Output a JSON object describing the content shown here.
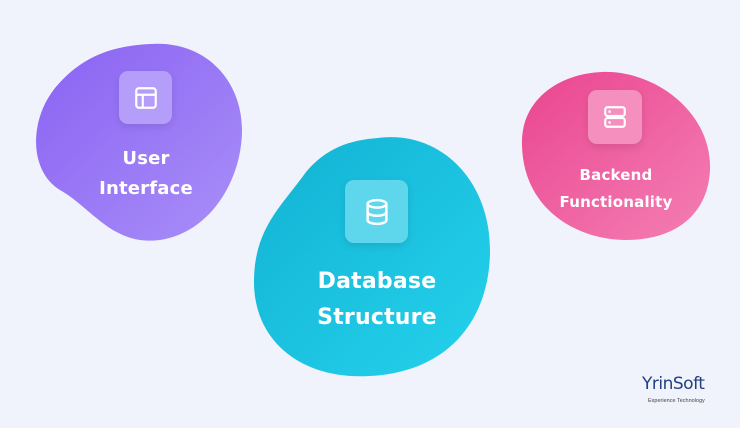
{
  "nodes": [
    {
      "id": "user-interface",
      "lines": [
        "User",
        "Interface"
      ],
      "icon": "layout-icon",
      "color_start": "#8b64f4",
      "color_end": "#a88cf8"
    },
    {
      "id": "database-structure",
      "lines": [
        "Database",
        "Structure"
      ],
      "icon": "database-icon",
      "color_start": "#16b8d8",
      "color_end": "#22cfe9"
    },
    {
      "id": "backend-functionality",
      "lines": [
        "Backend",
        "Functionality"
      ],
      "icon": "server-icon",
      "color_start": "#ec4d97",
      "color_end": "#f27ab2"
    }
  ],
  "logo": {
    "brand_text": "YrinSoft",
    "tagline": "Experience Technology"
  }
}
